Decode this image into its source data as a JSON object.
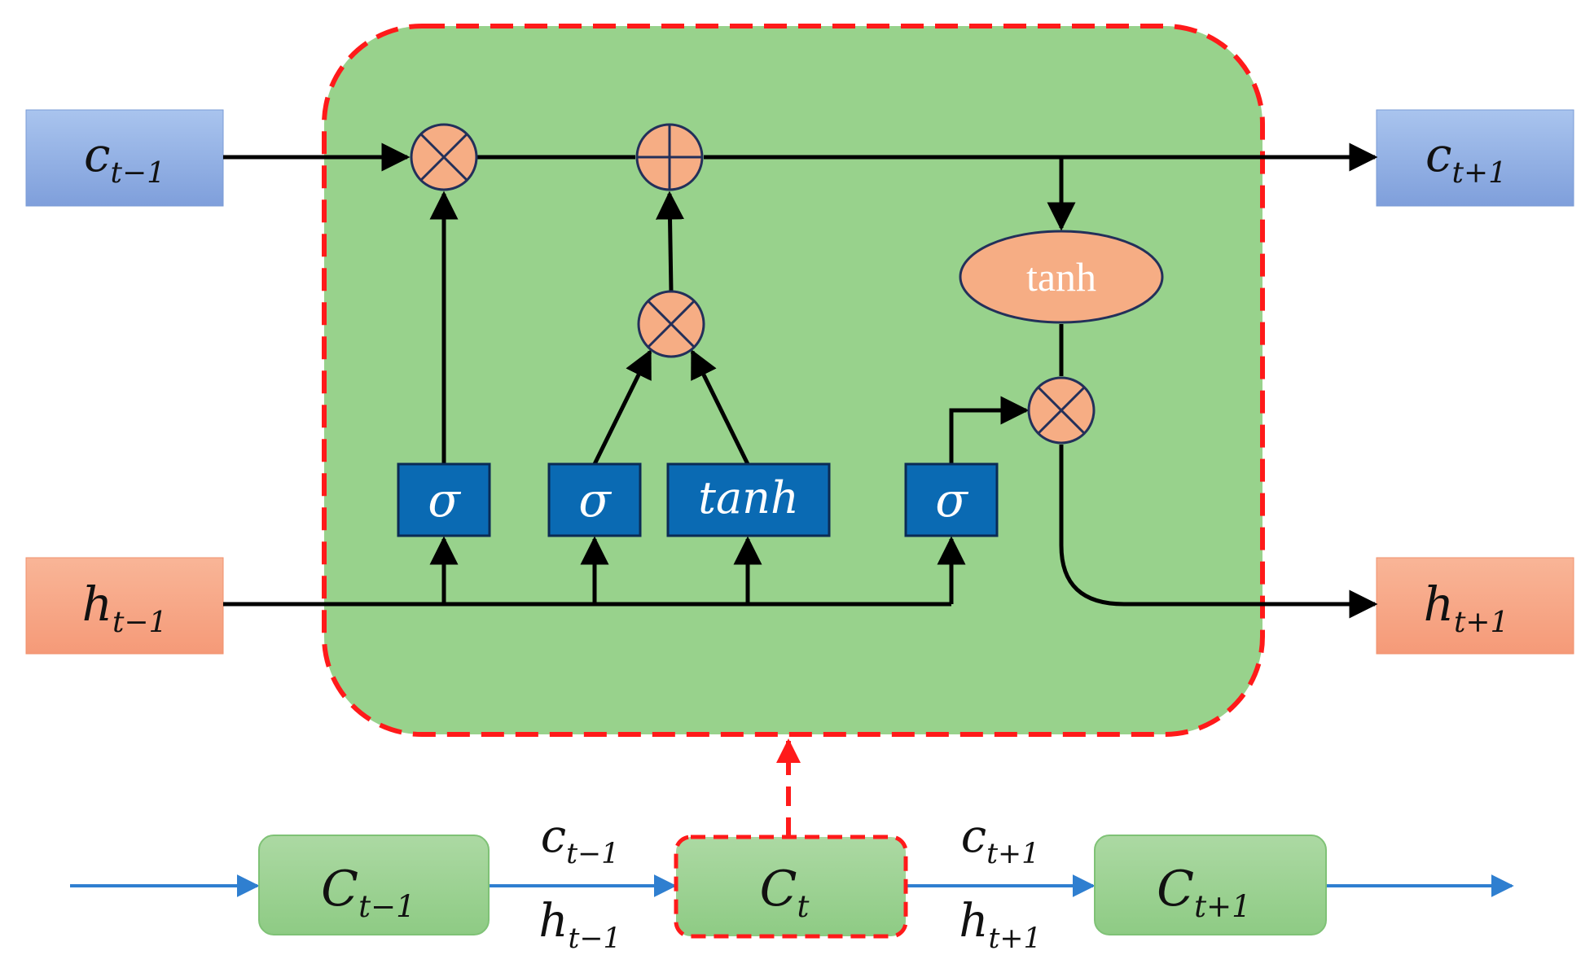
{
  "colors": {
    "cell_fill": "#98d28c",
    "cell_border": "#ff1a1a",
    "state_c_fill": "#8fb0e3",
    "state_h_fill": "#f7a586",
    "op_fill": "#f6ad84",
    "gate_fill": "#0a6ab3",
    "wire": "#000000",
    "chain_arrow": "#2f7fd0",
    "chain_box": "#a3d59a"
  },
  "inputs": {
    "c_prev": {
      "base": "c",
      "sub": "t−1"
    },
    "h_prev": {
      "base": "h",
      "sub": "t−1"
    }
  },
  "outputs": {
    "c_next": {
      "base": "c",
      "sub": "t+1"
    },
    "h_next": {
      "base": "h",
      "sub": "t+1"
    }
  },
  "gates": {
    "forget": "σ",
    "input": "σ",
    "candidate": "tanh",
    "output": "σ"
  },
  "operators": {
    "multiply": "⊗",
    "add": "⊕"
  },
  "activation": "tanh",
  "chain": {
    "cells": [
      {
        "base": "C",
        "sub": "t−1"
      },
      {
        "base": "C",
        "sub": "t"
      },
      {
        "base": "C",
        "sub": "t+1"
      }
    ],
    "links": [
      {
        "c": {
          "base": "c",
          "sub": "t−1"
        },
        "h": {
          "base": "h",
          "sub": "t−1"
        }
      },
      {
        "c": {
          "base": "c",
          "sub": "t+1"
        },
        "h": {
          "base": "h",
          "sub": "t+1"
        }
      }
    ]
  }
}
